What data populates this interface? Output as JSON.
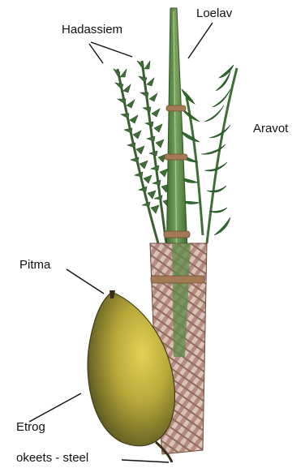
{
  "labels": {
    "hadassim": "Hadassiem",
    "lulav": "Loelav",
    "aravot": "Aravot",
    "pitma": "Pitma",
    "etrog": "Etrog",
    "stem": "okeets - steel"
  },
  "colors": {
    "background": "#ffffff",
    "lulav_green": "#4f8a3a",
    "myrtle_green": "#3f6f37",
    "willow_green": "#2f6a2e",
    "etrog_yellow": "#c9b441",
    "etrog_shadow": "#6d6a2a",
    "binding_brown": "#a27a54",
    "holder_red": "#b47a78"
  }
}
